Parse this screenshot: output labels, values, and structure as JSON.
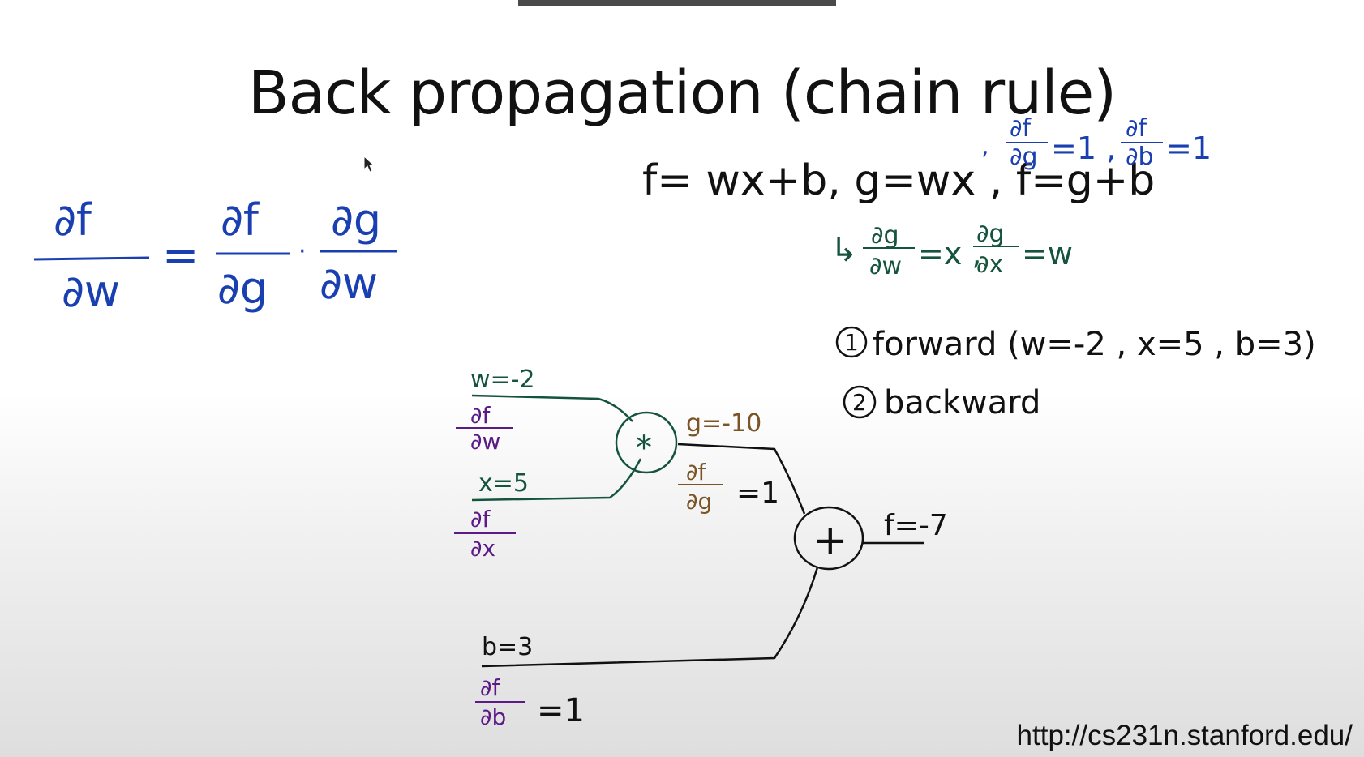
{
  "slide": {
    "title": "Back propagation (chain rule)",
    "footer_url": "http://cs231n.stanford.edu/"
  },
  "annotations": {
    "chain_rule": {
      "lhs_num": "∂f",
      "lhs_den": "∂w",
      "eq": "=",
      "r1_num": "∂f",
      "r1_den": "∂g",
      "dot": "·",
      "r2_num": "∂g",
      "r2_den": "∂w"
    },
    "function_def": "f= wx+b, g=wx , f=g+b",
    "partials_top": {
      "a_num": "∂f",
      "a_den": "∂g",
      "a_val": "=1 ,",
      "b_num": "∂f",
      "b_den": "∂b",
      "b_val": "=1"
    },
    "partials_g": {
      "a_num": "∂g",
      "a_den": "∂w",
      "a_val": "=x ,",
      "b_num": "∂g",
      "b_den": "∂x",
      "b_val": "=w"
    },
    "steps": [
      {
        "num": "1",
        "text": "forward (w=-2 , x=5 , b=3)"
      },
      {
        "num": "2",
        "text": "backward"
      }
    ],
    "graph": {
      "w_label": "w=-2",
      "x_label": "x=5",
      "b_label": "b=3",
      "mul_symbol": "*",
      "add_symbol": "+",
      "g_label": "g=-10",
      "f_label": "f=-7",
      "dfdw": {
        "num": "∂f",
        "den": "∂w"
      },
      "dfdx": {
        "num": "∂f",
        "den": "∂x"
      },
      "dfdb": {
        "num": "∂f",
        "den": "∂b",
        "val": "=1"
      },
      "dfdg": {
        "num": "∂f",
        "den": "∂g",
        "val": "=1"
      }
    }
  },
  "colors": {
    "blue": "#1a3fb0",
    "green": "#14533c",
    "purple": "#5b1a86",
    "brown": "#7a5424",
    "black": "#111111",
    "progress": "#4a4a4a"
  }
}
